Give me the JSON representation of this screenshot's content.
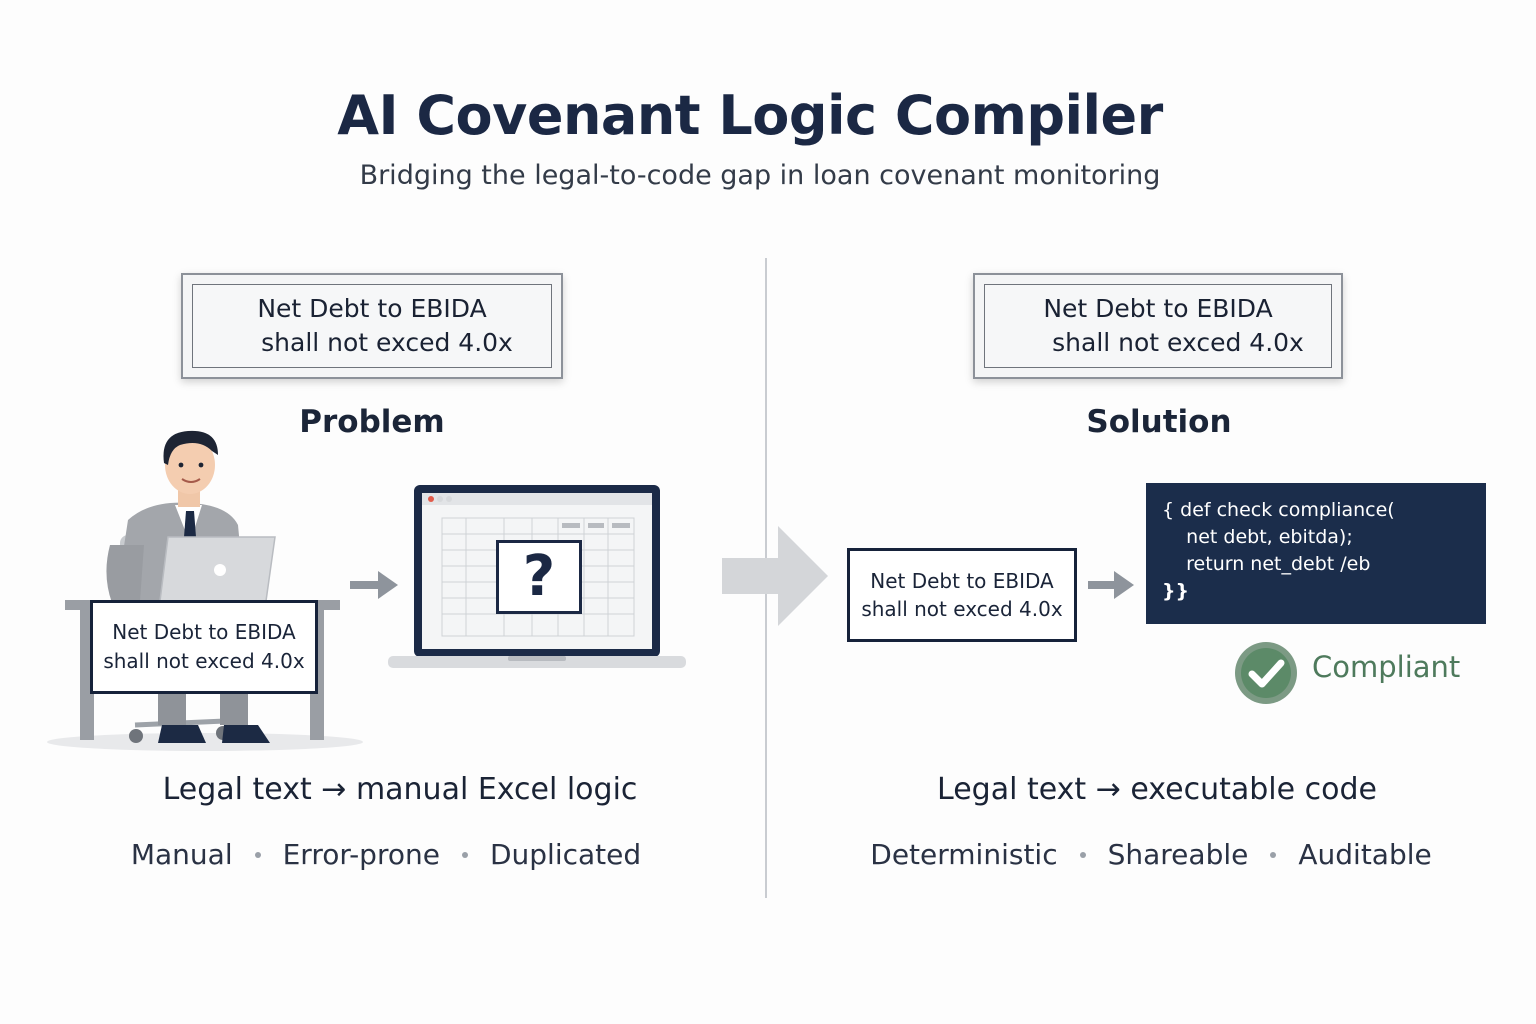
{
  "header": {
    "title": "AI Covenant Logic Compiler",
    "subtitle": "Bridging the legal-to-code gap in loan covenant monitoring"
  },
  "covenant": {
    "line1": "Net Debt to EBIDA",
    "line2": "shall not exced 4.0x"
  },
  "problem": {
    "label": "Problem",
    "caption": "Legal text → manual Excel logic",
    "tags": [
      "Manual",
      "Error-prone",
      "Duplicated"
    ],
    "spreadsheet_symbol": "?"
  },
  "solution": {
    "label": "Solution",
    "caption": "Legal text → executable code",
    "tags": [
      "Deterministic",
      "Shareable",
      "Auditable"
    ],
    "code_lines": [
      "{ def check compliance(",
      "    net debt, ebitda);",
      "    return net_debt /eb",
      "}}"
    ],
    "status": "Compliant"
  },
  "colors": {
    "navy": "#1b2d4b",
    "success": "#5c8a68",
    "arrow": "#8e949c"
  }
}
